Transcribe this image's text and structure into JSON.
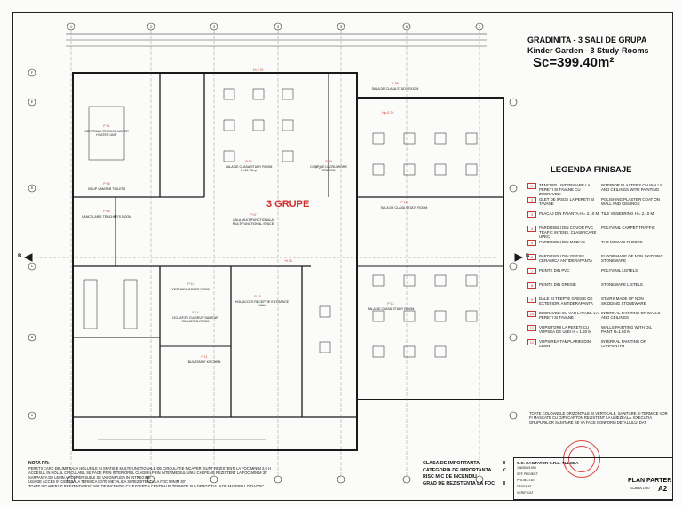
{
  "header": {
    "title": "GRADINITA - 3 SALI DE GRUPA",
    "subtitle": "Kinder Garden - 3 Study-Rooms",
    "area_label": "Sc=399.40m²"
  },
  "plan": {
    "center_label": "3 GRUPE",
    "section_marker": "B",
    "grid_cols": [
      "1",
      "2",
      "3",
      "4",
      "5",
      "6",
      "7"
    ],
    "grid_rows": [
      "F",
      "E",
      "D",
      "C",
      "B",
      "A"
    ],
    "rooms": [
      {
        "name": "SALA DE CLASA\nSTUDY ROOM\nS=40.73mp",
        "code": "P 04"
      },
      {
        "name": "CANCELARIE\nTEACHER'S ROOM",
        "code": "P 06"
      },
      {
        "name": "SALA MULTIFUNCTIONALA\nMULTIFUNCTIONAL SPACE",
        "code": "P 07"
      },
      {
        "name": "SALA DE CLASA\nSTUDY ROOM",
        "code": "P 12"
      },
      {
        "name": "SALA DE CLASA\nSTUDY ROOM",
        "code": "P 08"
      },
      {
        "name": "HOL ACCES RECEPTIE\nENTRANCE HALL",
        "code": "P 15"
      },
      {
        "name": "BUCATARIE\nKITCHEN",
        "code": "P 11"
      },
      {
        "name": "CENTRALA TERMICA\nWATER HEATER UNIT",
        "code": "P 01"
      },
      {
        "name": "VESTIAR\nLOCKER ROOM",
        "code": "P 10"
      },
      {
        "name": "GRUP SANITAR\nTOILETS",
        "code": "P 05"
      },
      {
        "name": "SALA DE CLASA\nSTUDY ROOM",
        "code": "P 13"
      },
      {
        "name": "IZOLATOR CU GRUP SANITAR\nISOLATION ROOM",
        "code": "P 14"
      },
      {
        "name": "CORP DE LUCRU\nWORK STATION",
        "code": "P 09"
      }
    ]
  },
  "legend": {
    "title": "LEGENDA FINISAJE",
    "items": [
      {
        "num": "1",
        "ro": "TENCUIELI INTERIOARE LA PERETI SI TAVANE CU ZUGRAVELI",
        "en": "INTERIOR PLASTERS ON WALLS AND CEILINGS WITH PAINTING"
      },
      {
        "num": "2",
        "ro": "GLET DE IPSOS LA PERETI SI TAVANE",
        "en": "POLISHING PLASTER COAT ON WALL AND CEILINGS"
      },
      {
        "num": "3",
        "ro": "PLACAJ DIN FAIANTA H = 2.10 M",
        "en": "TILE VENEERING H = 2.10 M"
      },
      {
        "num": "4",
        "ro": "PARDOSELI DIN COVOR PVC TRAFIC INTENS, CLASIFICARE UPEC",
        "en": "POLYVINIL CARPET TRAFFIC"
      },
      {
        "num": "5",
        "ro": "PARDOSELI DIN MOZAIC",
        "en": "THE MOSAIC FLOORS"
      },
      {
        "num": "6",
        "ro": "PARDOSELI DIN GRESIE CERAMICA ANTIDERAPANTA",
        "en": "FLOOR MADE OF NON SKIDDING STONEWARE"
      },
      {
        "num": "7",
        "ro": "PLINTE DIN PVC",
        "en": "POLYVINIL LISTELS"
      },
      {
        "num": "8",
        "ro": "PLINTE DIN GRESIE",
        "en": "STONEWARE LISTELS"
      },
      {
        "num": "9",
        "ro": "DALE SI TREPTE GRESIE DE EXTERIOR, ANTIDERAPANTA",
        "en": "STAIRS MADE OF NON SKIDDING STONEWARE"
      },
      {
        "num": "10",
        "ro": "ZUGRAVELI CU VAR LAVABIL LA PERETI SI TAVANE",
        "en": "INTERNAL PAINTING OF WALLS AND CEILINGS"
      },
      {
        "num": "11",
        "ro": "VOPSITORII LA PERETI CU VOPSEA DE ULEI H = 1.50 M",
        "en": "WALLS PAINTING WITH OIL PAINT H=1.50 M"
      },
      {
        "num": "12",
        "ro": "VOPSIREA TAMPLARIEI DIN LEMN",
        "en": "INTERNAL PAINTING OF CARPENTRY"
      }
    ]
  },
  "legend_note": "TOATE COLOANELE ORIZONTALE SI VERTICALE, SANITARE SI TERMICE VOR FI MASCATE CU GIPSCARTON REZISTENT LA UMEZEALA. EXECUTIA GRUPURILOR SANITARE SE VA FACE CONFORM DETALIULUI DAT",
  "nota_pr": {
    "title": "NOTA PR:",
    "lines": [
      "PERETII CARE DELIMITEAZA HOLURILE SI SPATIILE MULTIFUNCTIONALE DE CIRCULATIE INCAPERI SUNT REZISTENTI LA FOC MINIM 2,0 H",
      "ACCESUL IN HOLUL CIRCULABIL SE FACE PRIN INTERIORUL CLADIRII PRIN INTERMEDIUL UNUI CHEPENG REZISTENT LA FOC MINIM 30'",
      "SARPANTA DE LEMN A ACOPERISULUI SE VA IGNIFUGA IN INTREGIME",
      "USA DE ACCES IN CENTRALA TERMICA ESTE METALICA SI REZISTENTA LA FOC MINIM 30'",
      "TOATE INCAPERILE PREZENTA RISC MIC DE INCENDIU CU EXCEPTIA CENTRALEI TERMICE SI A DEPOZITULUI DE MATERIAL DIDACTIC"
    ]
  },
  "classes": [
    {
      "label": "CLASA DE IMPORTANTA",
      "value": "II"
    },
    {
      "label": "CATEGORIA DE IMPORTANTA",
      "value": "C"
    },
    {
      "label": "RISC MIC DE INCENDIU",
      "value": ""
    },
    {
      "label": "GRAD DE REZISTENTA LA FOC",
      "value": "II"
    }
  ],
  "title_block": {
    "company": "S.C. EAGTATOR S.R.L. TULCEA",
    "code": "J36/508/1994",
    "sheet_title": "PLAN PARTER",
    "scale": "SCARA 1/50",
    "sheet_no": "A2",
    "rows": [
      "SEF PROIECT",
      "PROIECTAT",
      "DESENAT",
      "VERIFICAT"
    ]
  },
  "colors": {
    "red": "#c0392b",
    "line": "#1a1a1a"
  }
}
